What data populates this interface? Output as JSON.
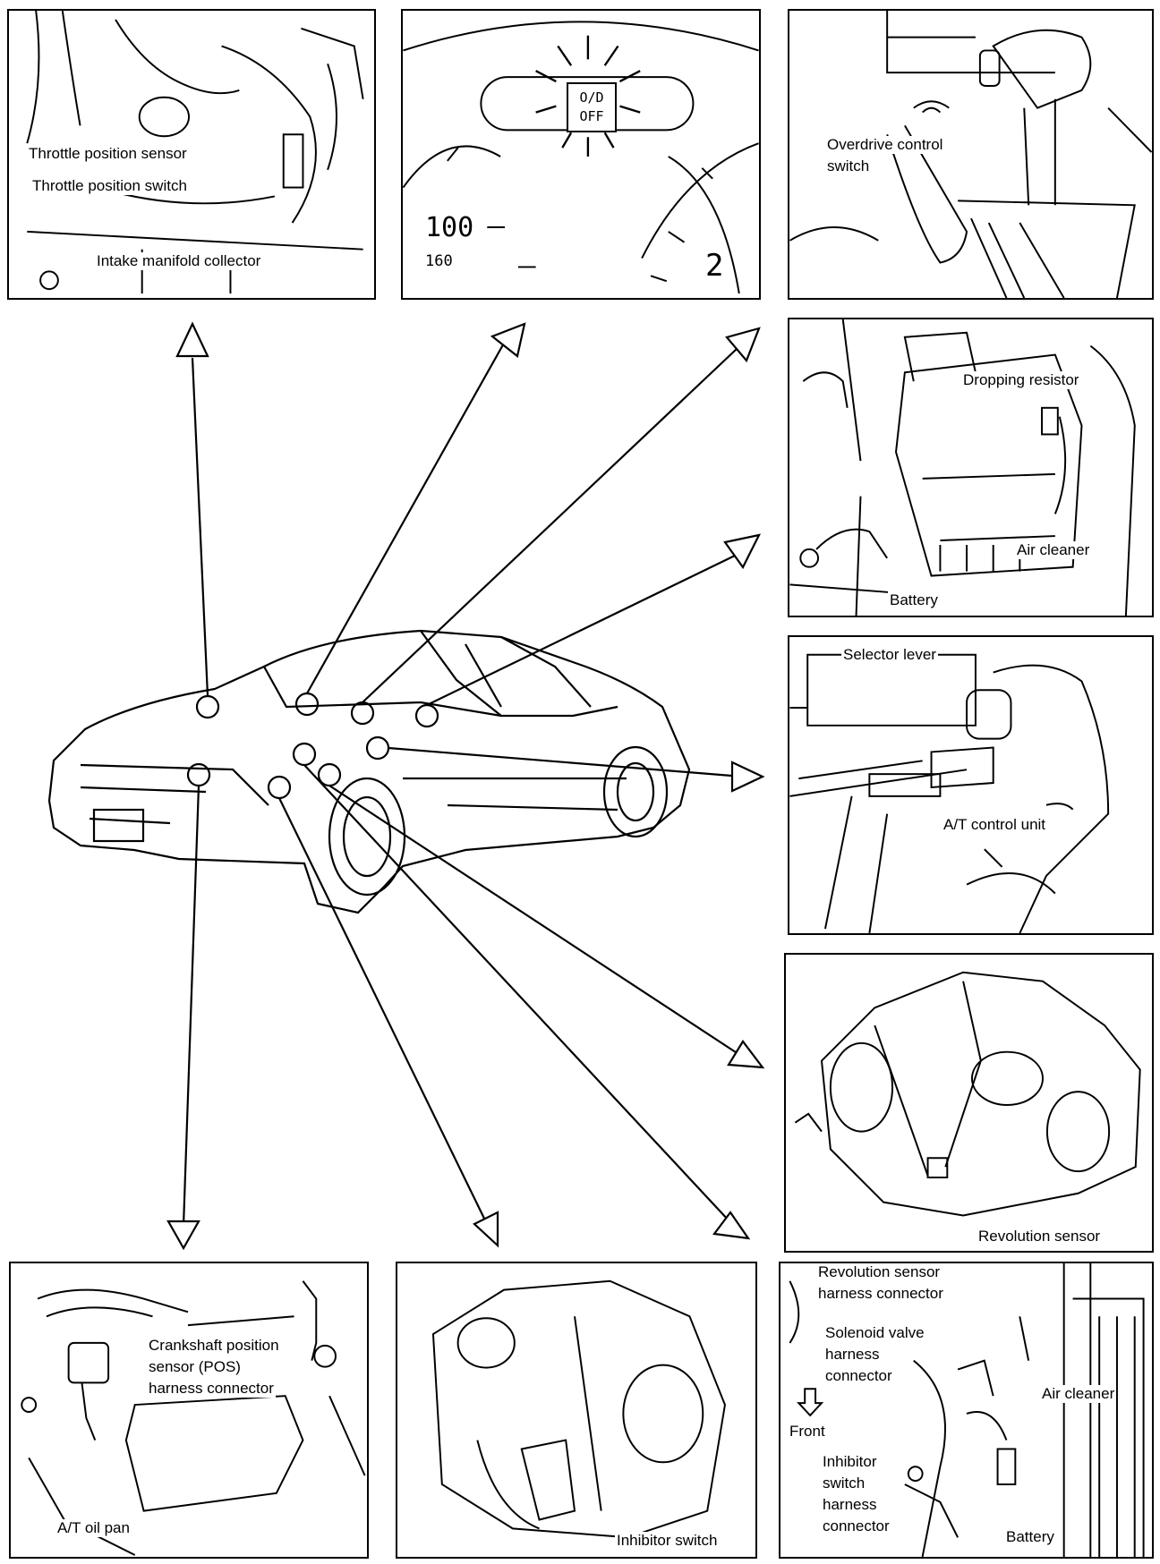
{
  "panels": {
    "throttle": {
      "labels": [
        "Throttle position sensor",
        "Throttle position switch",
        "Intake manifold collector"
      ]
    },
    "od_indicator": {
      "indicator_top": "O/D",
      "indicator_bottom": "OFF",
      "speed_value": "100",
      "speed_small": "160",
      "gear_value": "2"
    },
    "overdrive_switch": {
      "label_line1": "Overdrive control",
      "label_line2": "switch"
    },
    "dropping_resistor": {
      "labels": [
        "Dropping resistor",
        "Air cleaner",
        "Battery"
      ]
    },
    "control_unit": {
      "labels": [
        "Selector lever",
        "A/T control unit"
      ]
    },
    "revolution_sensor": {
      "labels": [
        "Revolution sensor"
      ]
    },
    "crankshaft": {
      "label_line1": "Crankshaft position",
      "label_line2": "sensor (POS)",
      "label_line3": "harness connector",
      "oil_pan": "A/T oil pan"
    },
    "inhibitor": {
      "labels": [
        "Inhibitor switch"
      ]
    },
    "connectors": {
      "rev_line1": "Revolution sensor",
      "rev_line2": "harness connector",
      "sol_line1": "Solenoid valve",
      "sol_line2": "harness",
      "sol_line3": "connector",
      "front": "Front",
      "inh_line1": "Inhibitor",
      "inh_line2": "switch",
      "inh_line3": "harness",
      "inh_line4": "connector",
      "air_cleaner": "Air cleaner",
      "battery": "Battery"
    }
  }
}
